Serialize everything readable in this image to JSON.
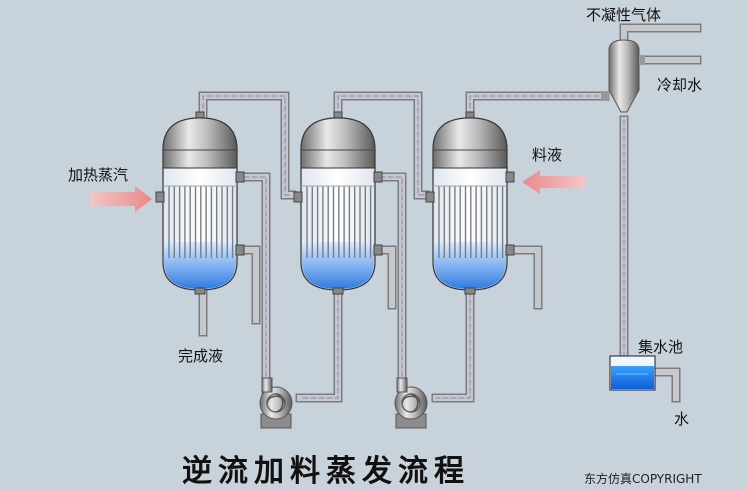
{
  "diagram": {
    "title": "逆流加料蒸发流程",
    "copyright": "东方仿真COPYRIGHT",
    "labels": {
      "heating_steam": "加热蒸汽",
      "finished_liquor": "完成液",
      "feed_liquor": "料液",
      "non_condensable_gas": "不凝性气体",
      "cooling_water": "冷却水",
      "collecting_tank": "集水池",
      "water": "水"
    },
    "colors": {
      "background": "#c8d2da",
      "pipe": "#b9bcc0",
      "pipe_stripe": "#8a7fc6",
      "liquid": "#2f7be0",
      "steam_arrow": "#f08a8a"
    }
  }
}
